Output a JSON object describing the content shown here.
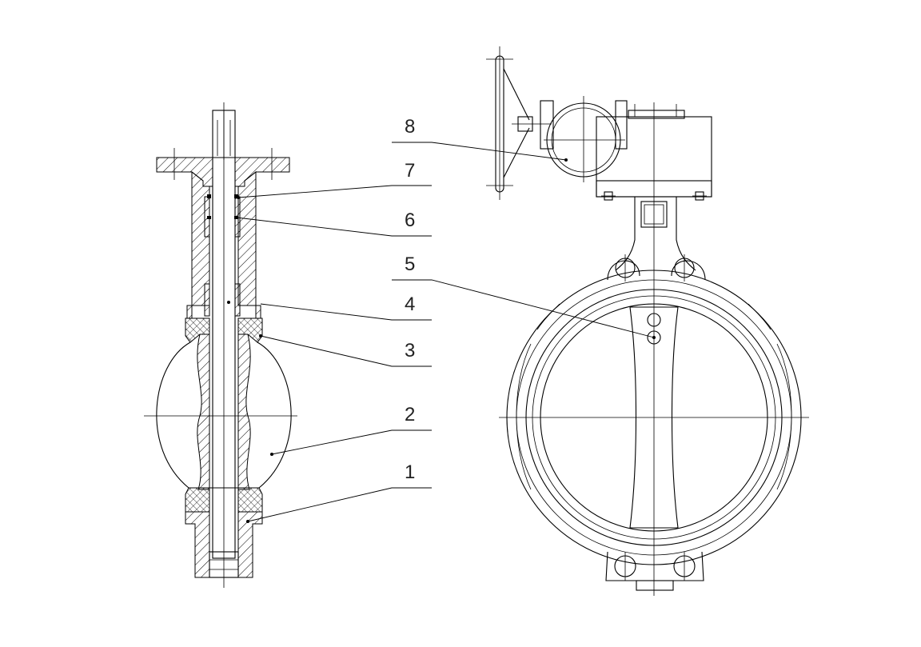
{
  "callouts": [
    {
      "id": "8",
      "label": "8"
    },
    {
      "id": "7",
      "label": "7"
    },
    {
      "id": "6",
      "label": "6"
    },
    {
      "id": "5",
      "label": "5"
    },
    {
      "id": "4",
      "label": "4"
    },
    {
      "id": "3",
      "label": "3"
    },
    {
      "id": "2",
      "label": "2"
    },
    {
      "id": "1",
      "label": "1"
    }
  ]
}
